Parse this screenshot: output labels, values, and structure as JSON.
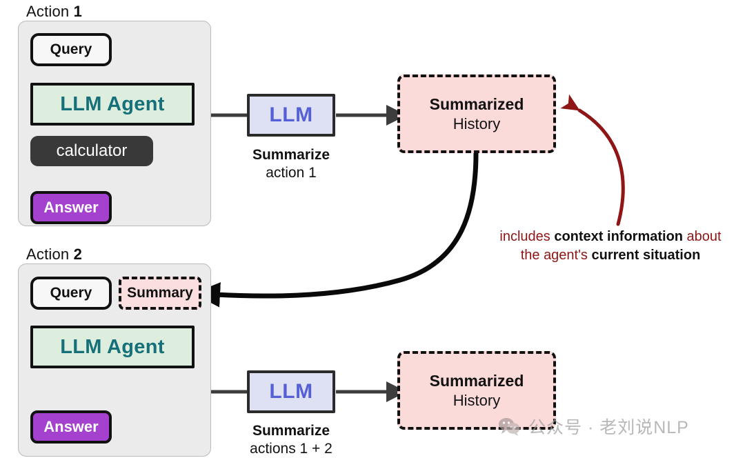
{
  "diagram": {
    "title": "LLM Agent history summarization loop",
    "colors": {
      "agent_fill": "#ddeede",
      "agent_text": "#16707a",
      "llm_fill": "#dee0f4",
      "llm_text": "#5560d6",
      "history_fill": "#fbdada",
      "answer_fill": "#a441ce",
      "tool_fill": "#393939",
      "container_fill": "#ebebeb",
      "annotation_red": "#8e1616",
      "wire_gray": "#3d3d3d",
      "wire_black": "#0a0a0a"
    }
  },
  "action1": {
    "label_prefix": "Action ",
    "label_number": "1",
    "query": "Query",
    "agent": "LLM Agent",
    "tool": "calculator",
    "answer": "Answer"
  },
  "action2": {
    "label_prefix": "Action ",
    "label_number": "2",
    "query": "Query",
    "summary": "Summary",
    "agent": "LLM Agent",
    "answer": "Answer"
  },
  "llm1": {
    "box_label": "LLM",
    "caption_top": "Summarize",
    "caption_bottom": "action 1"
  },
  "llm2": {
    "box_label": "LLM",
    "caption_top": "Summarize",
    "caption_bottom": "actions 1 + 2"
  },
  "history1": {
    "title": "Summarized",
    "subtitle": "History"
  },
  "history2": {
    "title": "Summarized",
    "subtitle": "History"
  },
  "annotation": {
    "line1_part1": "includes ",
    "line1_bold": "context information",
    "line1_part2": " about",
    "line2_part1": "the agent's ",
    "line2_bold": "current situation"
  },
  "watermark": {
    "text": "公众号 · 老刘说NLP",
    "icon": "wechat-icon"
  }
}
